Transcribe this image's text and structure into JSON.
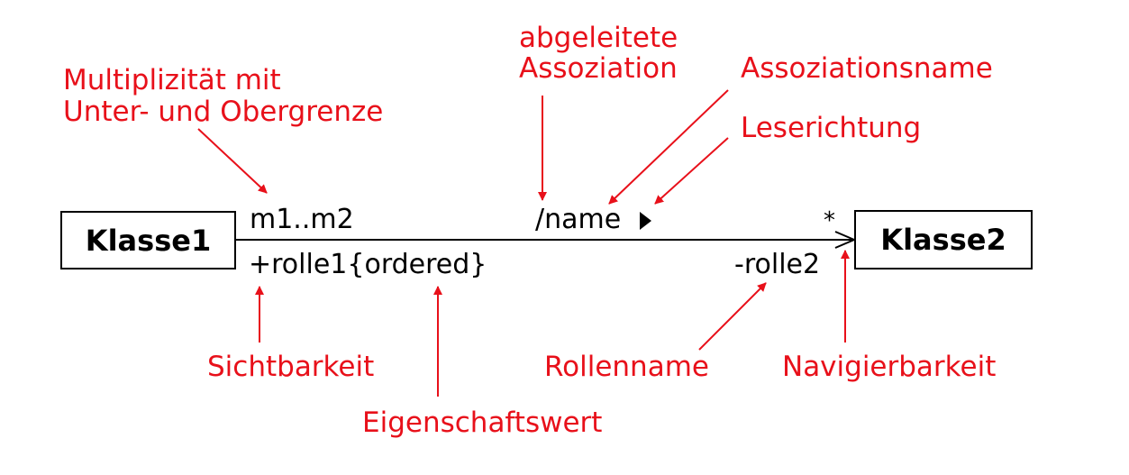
{
  "classes": {
    "left": "Klasse1",
    "right": "Klasse2"
  },
  "association": {
    "multiplicity_left": "m1..m2",
    "multiplicity_right": "*",
    "name": "/name",
    "role_left": "+rolle1{ordered}",
    "role_right": "-rolle2"
  },
  "annotations": {
    "multiplicity_line1": "Multiplizität mit",
    "multiplicity_line2": "Unter- und Obergrenze",
    "derived_line1": "abgeleitete",
    "derived_line2": "Assoziation",
    "association_name": "Assoziationsname",
    "reading_direction": "Leserichtung",
    "visibility": "Sichtbarkeit",
    "property_value": "Eigenschaftswert",
    "role_name": "Rollenname",
    "navigability": "Navigierbarkeit"
  },
  "colors": {
    "annotation": "#e8101a",
    "diagram": "#000000"
  }
}
